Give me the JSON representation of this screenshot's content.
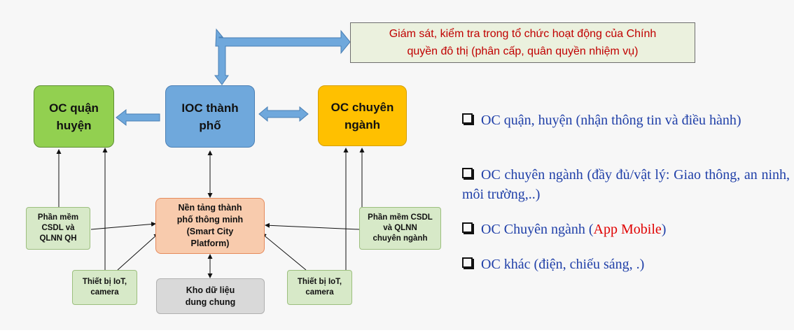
{
  "notice": {
    "line1": "Giám sát, kiểm tra trong tổ chức hoạt động của Chính",
    "line2": "quyền đô thị (phân cấp, quân quyền nhiệm vụ)"
  },
  "nodes": {
    "oc_quan": {
      "line1": "OC quận",
      "line2": "huyện"
    },
    "ioc": {
      "line1": "IOC thành",
      "line2": "phố"
    },
    "oc_nganh": {
      "line1": "OC chuyên",
      "line2": "ngành"
    },
    "platform": {
      "line1": "Nền tảng thành",
      "line2": "phố thông minh",
      "line3": "(Smart City",
      "line4": "Platform)"
    },
    "data_store": {
      "line1": "Kho dữ liệu",
      "line2": "dung chung"
    },
    "sw_qh": {
      "line1": "Phần mềm",
      "line2": "CSDL và",
      "line3": "QLNN QH"
    },
    "sw_nganh": {
      "line1": "Phần mềm CSDL",
      "line2": "và QLNN",
      "line3": "chuyên ngành"
    },
    "iot_left": {
      "line1": "Thiết bị IoT,",
      "line2": "camera"
    },
    "iot_right": {
      "line1": "Thiết bị IoT,",
      "line2": "camera"
    }
  },
  "bullets": [
    {
      "text": "OC quận, huyện (nhận thông tin và điều hành)"
    },
    {
      "text": "OC chuyên ngành (đầy đủ/vật lý: Giao thông, an ninh, môi trường,..)"
    },
    {
      "text": "OC Chuyên ngành (",
      "red": "App Mobile",
      "tail": ")"
    },
    {
      "text": "OC khác (điện, chiếu sáng, .)"
    }
  ],
  "colors": {
    "oc_quan": "#92d050",
    "ioc": "#6fa8dc",
    "oc_nganh": "#ffc000",
    "platform": "#f8cbad",
    "data_store": "#d9d9d9",
    "software": "#d7e9c8",
    "notice_bg": "#ebf1de",
    "notice_text": "#c00000",
    "bullet_text": "#1f3fa8",
    "arrow_fill": "#6fa8dc"
  }
}
